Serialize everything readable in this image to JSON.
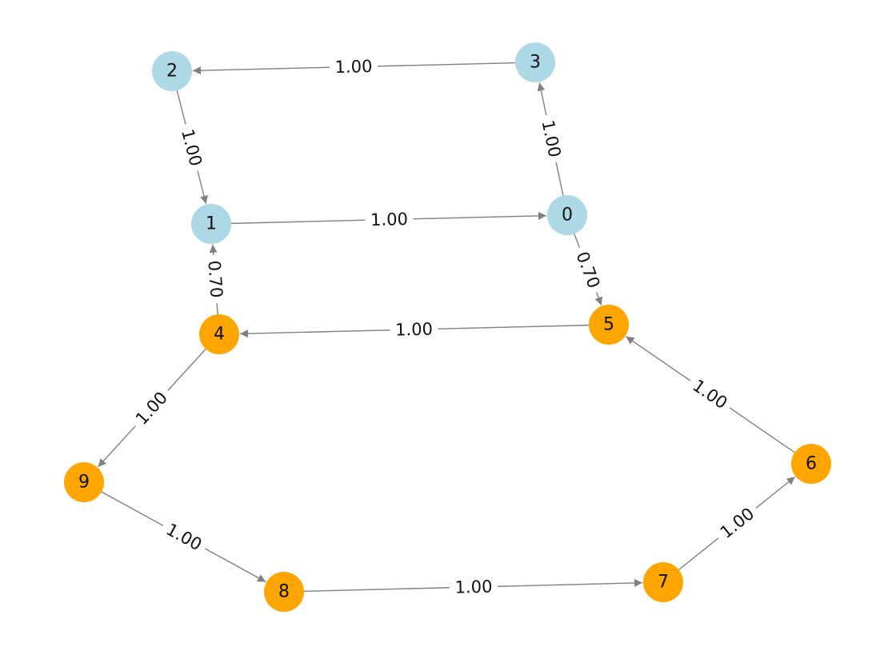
{
  "graph": {
    "colors": {
      "group_a": "#add8e6",
      "group_b": "#ffa500",
      "edge": "#808080"
    },
    "nodes": [
      {
        "id": "0",
        "group": "group_a"
      },
      {
        "id": "1",
        "group": "group_a"
      },
      {
        "id": "2",
        "group": "group_a"
      },
      {
        "id": "3",
        "group": "group_a"
      },
      {
        "id": "4",
        "group": "group_b"
      },
      {
        "id": "5",
        "group": "group_b"
      },
      {
        "id": "6",
        "group": "group_b"
      },
      {
        "id": "7",
        "group": "group_b"
      },
      {
        "id": "8",
        "group": "group_b"
      },
      {
        "id": "9",
        "group": "group_b"
      }
    ],
    "edges": [
      {
        "source": "3",
        "target": "2",
        "weight": "1.00"
      },
      {
        "source": "2",
        "target": "1",
        "weight": "1.00"
      },
      {
        "source": "1",
        "target": "0",
        "weight": "1.00"
      },
      {
        "source": "0",
        "target": "3",
        "weight": "1.00"
      },
      {
        "source": "0",
        "target": "5",
        "weight": "0.70"
      },
      {
        "source": "4",
        "target": "1",
        "weight": "0.70"
      },
      {
        "source": "5",
        "target": "4",
        "weight": "1.00"
      },
      {
        "source": "4",
        "target": "9",
        "weight": "1.00"
      },
      {
        "source": "9",
        "target": "8",
        "weight": "1.00"
      },
      {
        "source": "8",
        "target": "7",
        "weight": "1.00"
      },
      {
        "source": "7",
        "target": "6",
        "weight": "1.00"
      },
      {
        "source": "6",
        "target": "5",
        "weight": "1.00"
      }
    ]
  }
}
